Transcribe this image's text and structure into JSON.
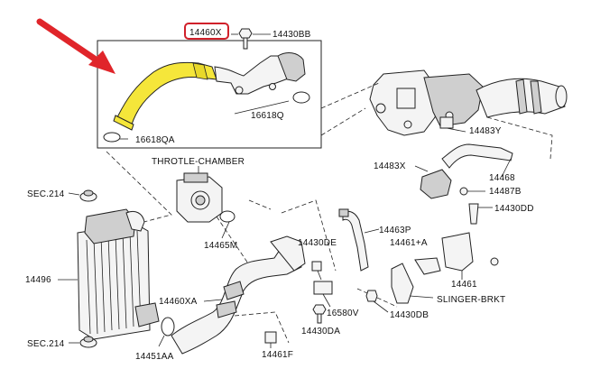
{
  "colors": {
    "highlight_fill": "#f5e63a",
    "arrow": "#e0252a",
    "highlight_ring": "#d0202a",
    "ink": "#222222"
  },
  "labels": {
    "p14460X": "14460X",
    "p14430BB": "14430BB",
    "p16618Q": "16618Q",
    "p16618QA": "16618QA",
    "throttle": "THROTLE-CHAMBER",
    "sec214_top": "SEC.214",
    "sec214_bottom": "SEC.214",
    "p14496": "14496",
    "p14465M": "14465M",
    "p14430DE": "14430DE",
    "p14460XA": "14460XA",
    "p14451AA": "14451AA",
    "p14461F": "14461F",
    "p14430DA": "14430DA",
    "p16580V": "16580V",
    "p14463P": "14463P",
    "p14483X": "14483X",
    "p14468": "14468",
    "p14487B": "14487B",
    "p14483Y": "14483Y",
    "p14430DD": "14430DD",
    "p14461A": "14461+A",
    "p14461": "14461",
    "slinger": "SLINGER-BRKT",
    "p14430DB": "14430DB"
  },
  "icons": [
    "highlight-arrow-icon",
    "bolt-icon",
    "clip-icon",
    "gasket-ring-icon"
  ]
}
